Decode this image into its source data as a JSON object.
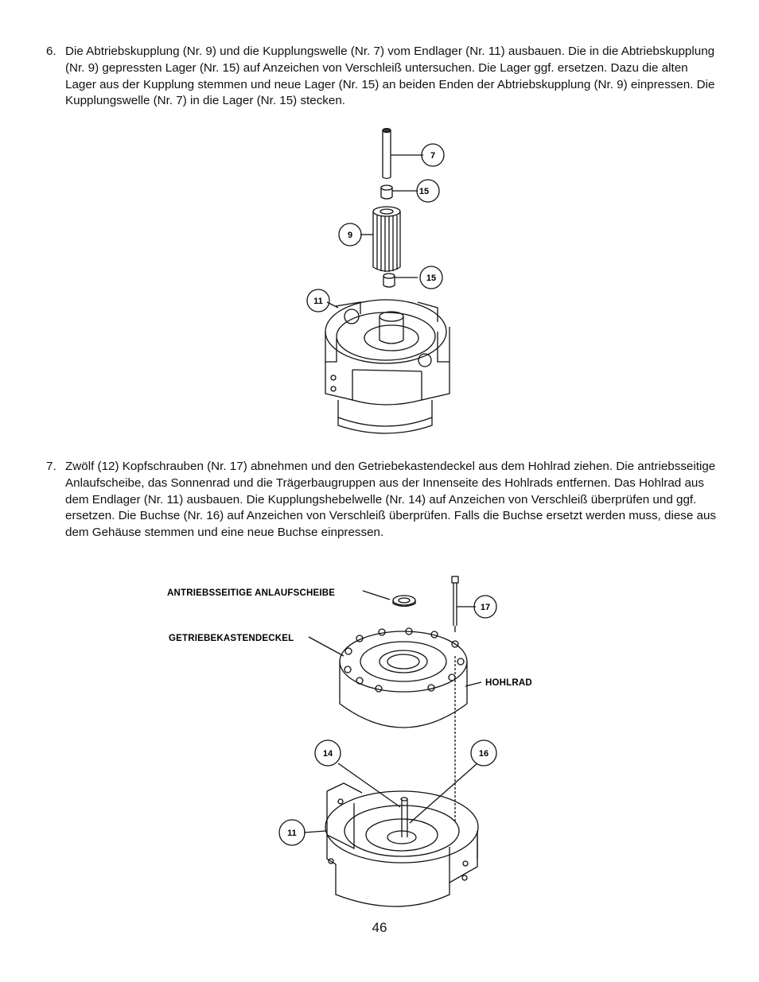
{
  "steps": [
    {
      "number": "6.",
      "text": "Die Abtriebskupplung (Nr. 9) und die Kupplungswelle (Nr. 7) vom Endlager (Nr. 11) ausbauen. Die in die Abtriebskupplung (Nr. 9) gepressten Lager (Nr. 15) auf Anzeichen von Verschleiß untersuchen. Die Lager ggf. ersetzen. Dazu die alten Lager aus der Kupplung stemmen und neue Lager (Nr. 15) an beiden Enden der Abtriebskupplung (Nr. 9) einpressen. Die Kupplungswelle (Nr. 7) in die Lager (Nr. 15) stecken."
    },
    {
      "number": "7.",
      "text": "Zwölf (12) Kopfschrauben (Nr. 17) abnehmen und den Getriebekastendeckel aus dem Hohlrad ziehen. Die antriebsseitige Anlaufscheibe, das Sonnenrad und die Trägerbaugruppen aus der Innenseite des Hohlrads entfernen. Das Hohlrad aus dem Endlager (Nr. 11) ausbauen. Die Kupplungshebelwelle (Nr. 14) auf Anzeichen von Verschleiß überprüfen und ggf. ersetzen. Die Buchse (Nr. 16) auf Anzeichen von Verschleiß überprüfen. Falls die Buchse ersetzt werden muss, diese aus dem Gehäuse stemmen und eine neue Buchse einpressen."
    }
  ],
  "figure1": {
    "callouts": [
      "7",
      "15",
      "9",
      "15",
      "11"
    ]
  },
  "figure2": {
    "labels": {
      "thrust_washer": "ANTRIEBSSEITIGE ANLAUFSCHEIBE",
      "cover": "GETRIEBEKASTENDECKEL",
      "ring_gear": "HOHLRAD"
    },
    "callouts": [
      "17",
      "14",
      "16",
      "11"
    ]
  },
  "page_number": "46"
}
